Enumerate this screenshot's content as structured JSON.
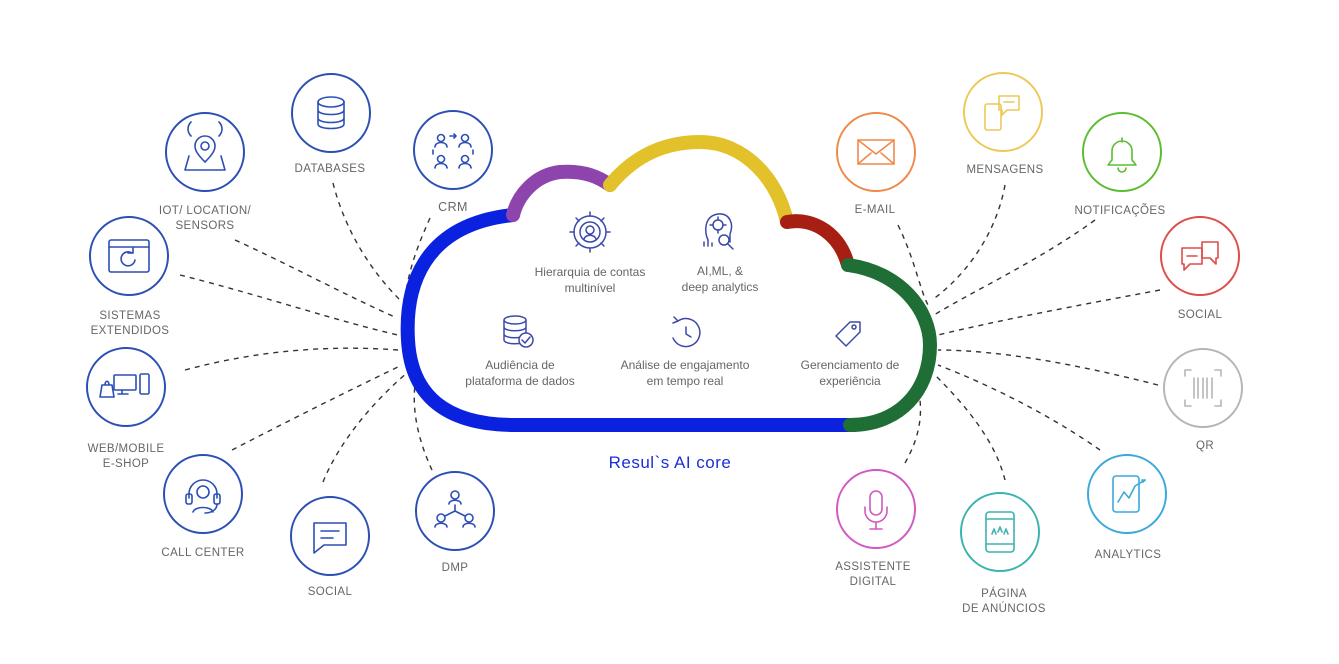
{
  "core_title": "Resul`s AI core",
  "colors": {
    "cloud_blue": "#0a22e0",
    "cloud_purple": "#8e44ad",
    "cloud_yellow": "#e3c12b",
    "cloud_red": "#a61f12",
    "cloud_green": "#1f6e35",
    "left_nodes": "#2c4fb5",
    "email": "#f0894a",
    "mensagens": "#ecc95a",
    "notificacoes": "#5cbd33",
    "social_right": "#e04b4b",
    "qr": "#b5b5b5",
    "analytics": "#3ba9d9",
    "pagina": "#3cb3b0",
    "assistente": "#cf5ac2",
    "inner_icons": "#3b4aa8"
  },
  "inner_features": [
    {
      "label": "Hierarquia de contas\nmultinível",
      "icon": "gear-person-icon"
    },
    {
      "label": "AI,ML, &\ndeep analytics",
      "icon": "ai-brain-icon"
    },
    {
      "label": "Audiência de\nplataforma de dados",
      "icon": "database-check-icon"
    },
    {
      "label": "Análise de engajamento\nem tempo real",
      "icon": "realtime-clock-icon"
    },
    {
      "label": "Gerenciamento de\nexperiência",
      "icon": "tag-icon"
    }
  ],
  "left_nodes": [
    {
      "label": "DATABASES",
      "icon": "database-icon"
    },
    {
      "label": "CRM",
      "icon": "crm-people-cycle-icon"
    },
    {
      "label": "IOT/ LOCATION/\nSENSORS",
      "icon": "location-sensor-icon"
    },
    {
      "label": "SISTEMAS\nEXTENDIDOS",
      "icon": "refresh-window-icon"
    },
    {
      "label": "WEB/MOBILE\nE-SHOP",
      "icon": "devices-icon"
    },
    {
      "label": "CALL CENTER",
      "icon": "headset-icon"
    },
    {
      "label": "SOCIAL",
      "icon": "chat-bubble-icon"
    },
    {
      "label": "DMP",
      "icon": "network-people-icon"
    }
  ],
  "right_nodes": [
    {
      "label": "E-MAIL",
      "icon": "envelope-icon"
    },
    {
      "label": "MENSAGENS",
      "icon": "phone-message-icon"
    },
    {
      "label": "NOTIFICAÇÕES",
      "icon": "bell-icon"
    },
    {
      "label": "SOCIAL",
      "icon": "speech-bubbles-icon"
    },
    {
      "label": "QR",
      "icon": "qr-scan-icon"
    },
    {
      "label": "ANALYTICS",
      "icon": "tablet-chart-icon"
    },
    {
      "label": "PÁGINA\nDE ANÚNCIOS",
      "icon": "tablet-stars-icon"
    },
    {
      "label": "ASSISTENTE\nDIGITAL",
      "icon": "microphone-icon"
    }
  ]
}
